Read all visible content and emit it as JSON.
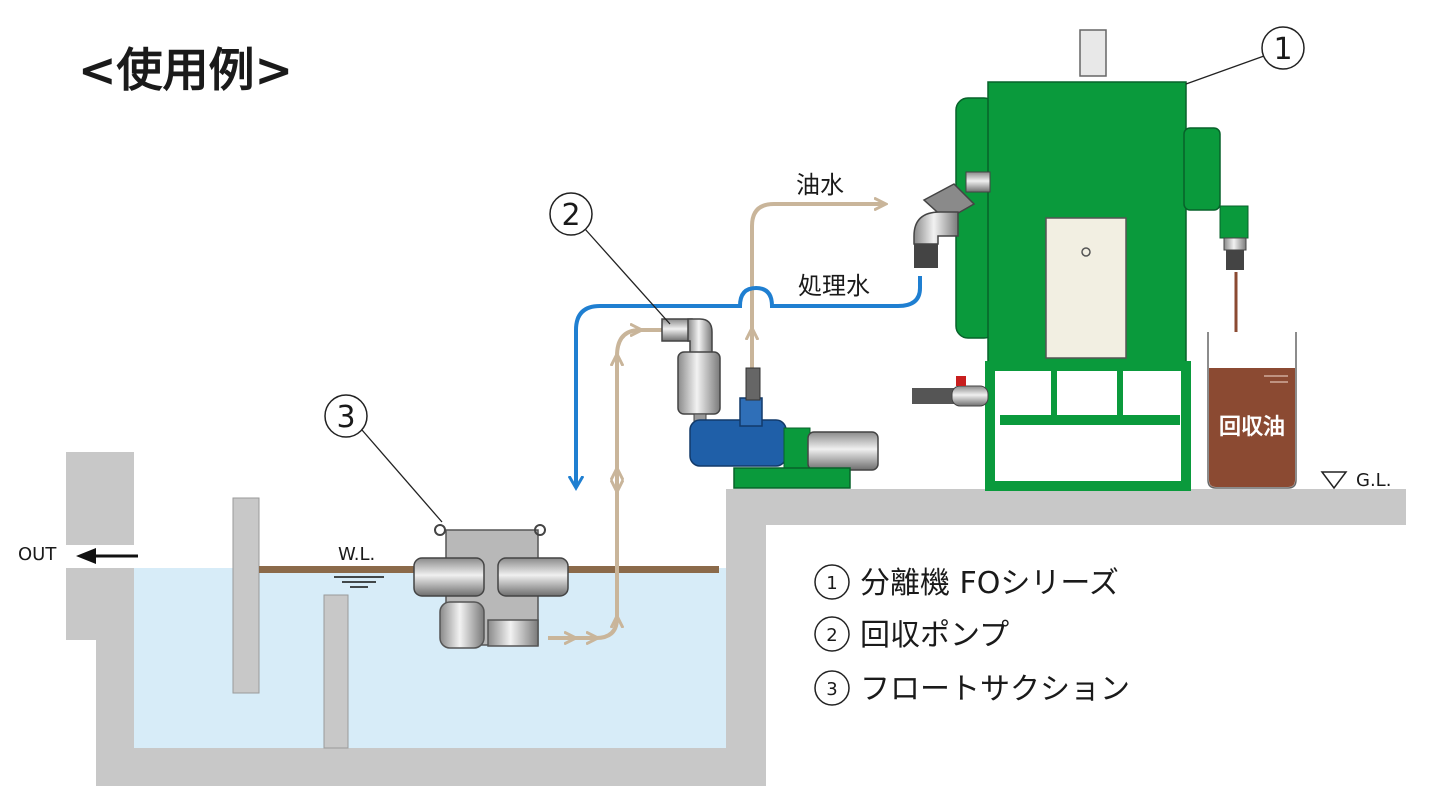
{
  "title": "<使用例>",
  "labels": {
    "oily_water": "油水",
    "treated_water": "処理水",
    "recovered_oil": "回収油",
    "ground_level": "G.L.",
    "water_level": "W.L.",
    "outlet": "OUT"
  },
  "callouts": {
    "c1": "1",
    "c2": "2",
    "c3": "3"
  },
  "legend": [
    {
      "num": "1",
      "text": "分離機 FOシリーズ"
    },
    {
      "num": "2",
      "text": "回収ポンプ"
    },
    {
      "num": "3",
      "text": "フロートサクション"
    }
  ],
  "colors": {
    "machine_green": "#0a9a3c",
    "water_blue": "#d7ecf8",
    "concrete_gray": "#c8c8c8",
    "oily_water_line": "#c9b59a",
    "treated_water_line": "#1f7fd1",
    "oil_brown": "#8b4a32",
    "pump_blue": "#1f5fa8"
  }
}
